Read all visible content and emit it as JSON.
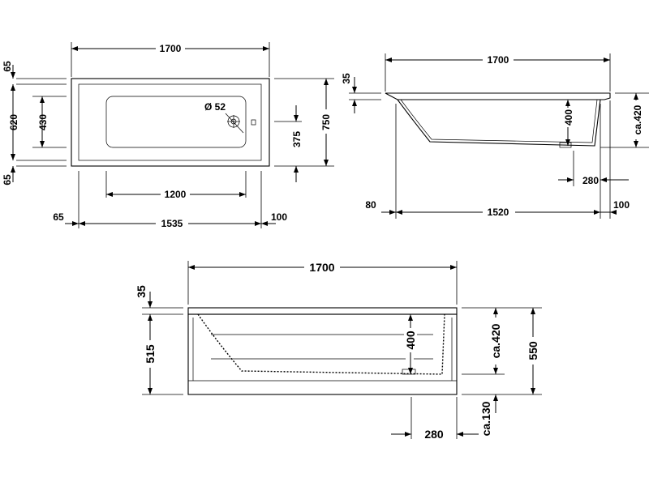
{
  "top_view": {
    "overall_length": "1700",
    "overall_width": "750",
    "rim_top": "65",
    "inner_width": "620",
    "rim_bottom": "65",
    "basin_width": "430",
    "drain_diameter": "Ø 52",
    "drain_offset": "375",
    "basin_length": "1200",
    "rim_left": "65",
    "inner_length": "1535",
    "rim_right": "100"
  },
  "side_view": {
    "overall_length": "1700",
    "rim_thickness": "35",
    "depth": "400",
    "total_height": "ca.420",
    "drain_offset": "280",
    "left_offset": "80",
    "bottom_length": "1520",
    "right_offset": "100"
  },
  "front_view": {
    "overall_length": "1700",
    "rim_thickness": "35",
    "panel_height": "515",
    "depth": "400",
    "total_height": "ca.420",
    "overall_height": "550",
    "drain_offset": "280",
    "drain_height": "ca.130"
  }
}
